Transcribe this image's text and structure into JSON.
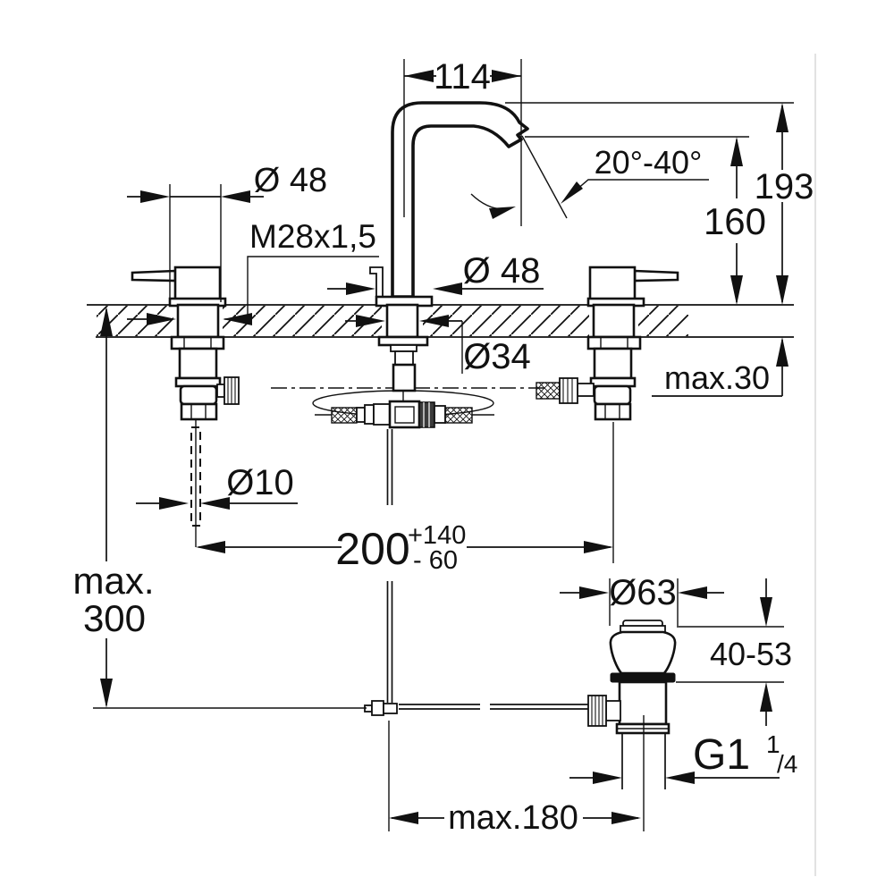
{
  "drawing": {
    "type": "technical-dimension-drawing",
    "subject": "three-hole-basin-mixer-faucet-with-pop-up-waste",
    "units": "mm",
    "colors": {
      "line": "#111111",
      "background": "#ffffff"
    }
  },
  "labels": {
    "dim_spout_reach": "114",
    "angle_range": "20°-40°",
    "dim_height_top": "193",
    "dim_height_outlet": "160",
    "dim_handle_dia": "Ø 48",
    "thread_spec": "M28x1,5",
    "dim_spout_base_dia": "Ø 48",
    "dim_shank_dia": "Ø34",
    "dim_deck_thickness_max": "max.30",
    "dim_rod_dia": "Ø10",
    "dim_hole_centers": "200",
    "dim_hole_centers_tol_plus": "+140",
    "dim_hole_centers_tol_minus": "- 60",
    "dim_rod_length_max_word": "max.",
    "dim_rod_length_max_value": "300",
    "dim_waste_flange_dia": "Ø63",
    "dim_clamping_range": "40-53",
    "thread_waste_main": "G1",
    "thread_waste_sup": "1",
    "thread_waste_sub": "/4",
    "dim_waste_offset_max": "max.180"
  }
}
